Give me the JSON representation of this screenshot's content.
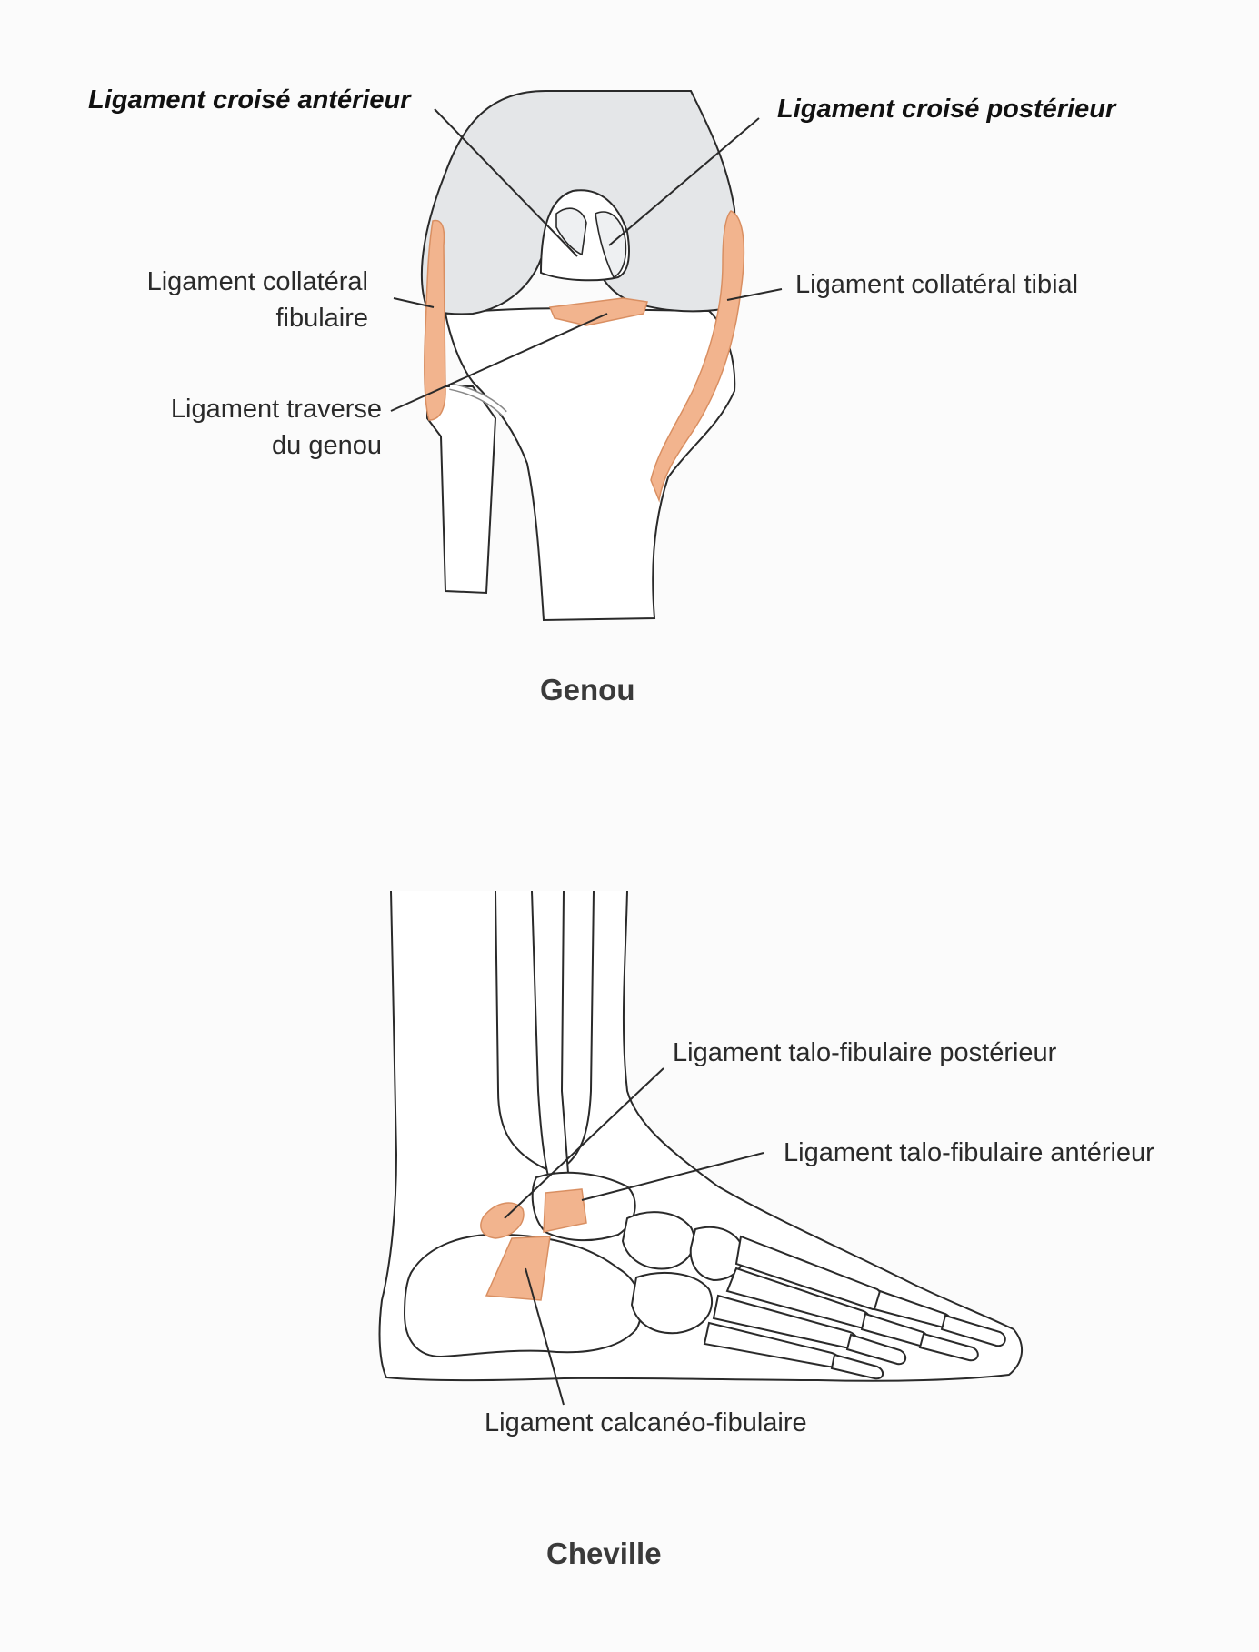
{
  "colors": {
    "ligament": "#f2b48e",
    "ligament_stroke": "#d98f62",
    "line": "#2a2a2a",
    "bone_fill": "#ffffff",
    "cartilage_fill": "#e4e6e8",
    "ghost_text": "#d7d7d7",
    "background": "#fbfbfb"
  },
  "knee": {
    "caption": "Genou",
    "labels": {
      "acl": "Ligament croisé antérieur",
      "pcl": "Ligament croisé postérieur",
      "fibular_collateral_line1": "Ligament collatéral",
      "fibular_collateral_line2": "fibulaire",
      "tibial_collateral": "Ligament collatéral tibial",
      "transverse_line1": "Ligament traverse",
      "transverse_line2": "du genou"
    }
  },
  "ankle": {
    "caption": "Cheville",
    "labels": {
      "posterior_talofibular": "Ligament talo-fibulaire postérieur",
      "anterior_talofibular": "Ligament talo-fibulaire antérieur",
      "calcaneofibular": "Ligament calcanéo-fibulaire"
    }
  }
}
